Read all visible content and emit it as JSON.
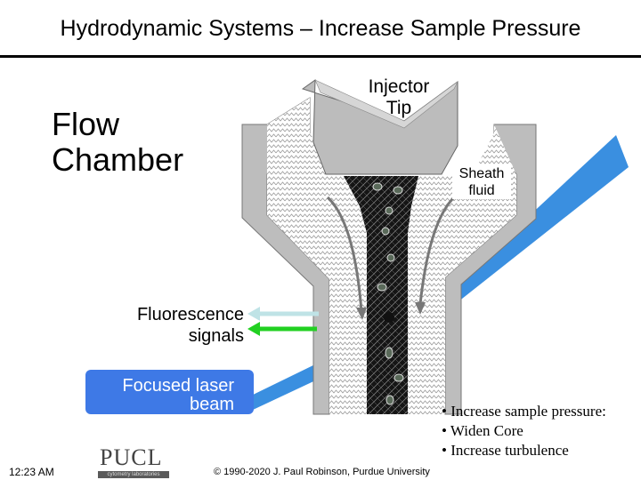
{
  "slide": {
    "title": "Hydrodynamic Systems – Increase Sample Pressure",
    "flow_chamber": [
      "Flow",
      "Chamber"
    ],
    "injector_tip": [
      "Injector",
      "Tip"
    ],
    "sheath_fluid": [
      "Sheath",
      "fluid"
    ],
    "fluorescence": [
      "Fluorescence",
      "signals"
    ],
    "focused_laser": [
      "Focused laser",
      "beam"
    ],
    "bullets": [
      "• Increase sample pressure:",
      "• Widen Core",
      "• Increase turbulence"
    ]
  },
  "footer": {
    "time": "12:23 AM",
    "logo_letters": "PUCL",
    "logo_subtext": "cytometry laboratories",
    "copyright": "© 1990-2020 J. Paul Robinson, Purdue University"
  },
  "colors": {
    "laser_blue": "#3a8fe0",
    "label_box": "#3e79e6",
    "chamber_gray": "#bdbdbd",
    "core_black": "#1a1a1a",
    "arrow_light": "#bfe3e6",
    "arrow_green": "#22d022"
  },
  "icons": {
    "fluorescence_arrows": "double-left-arrow",
    "logo": "pucl-logo"
  }
}
